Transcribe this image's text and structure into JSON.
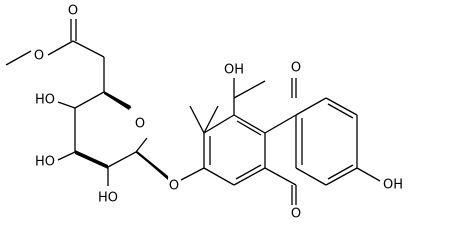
{
  "structure": {
    "atoms": {
      "o_ester_carbonyl": "O",
      "o_ester_methoxy": "O",
      "o_ring": "O",
      "o_glycosidic": "O",
      "oh_c4": "HO",
      "oh_c3": "HO",
      "oh_c2": "HO",
      "oh_c1": "OH",
      "o_quinone_top": "O",
      "o_quinone_bottom": "O",
      "oh_c6": "OH"
    }
  },
  "colors": {
    "bond": "#000000",
    "background": "#ffffff"
  }
}
